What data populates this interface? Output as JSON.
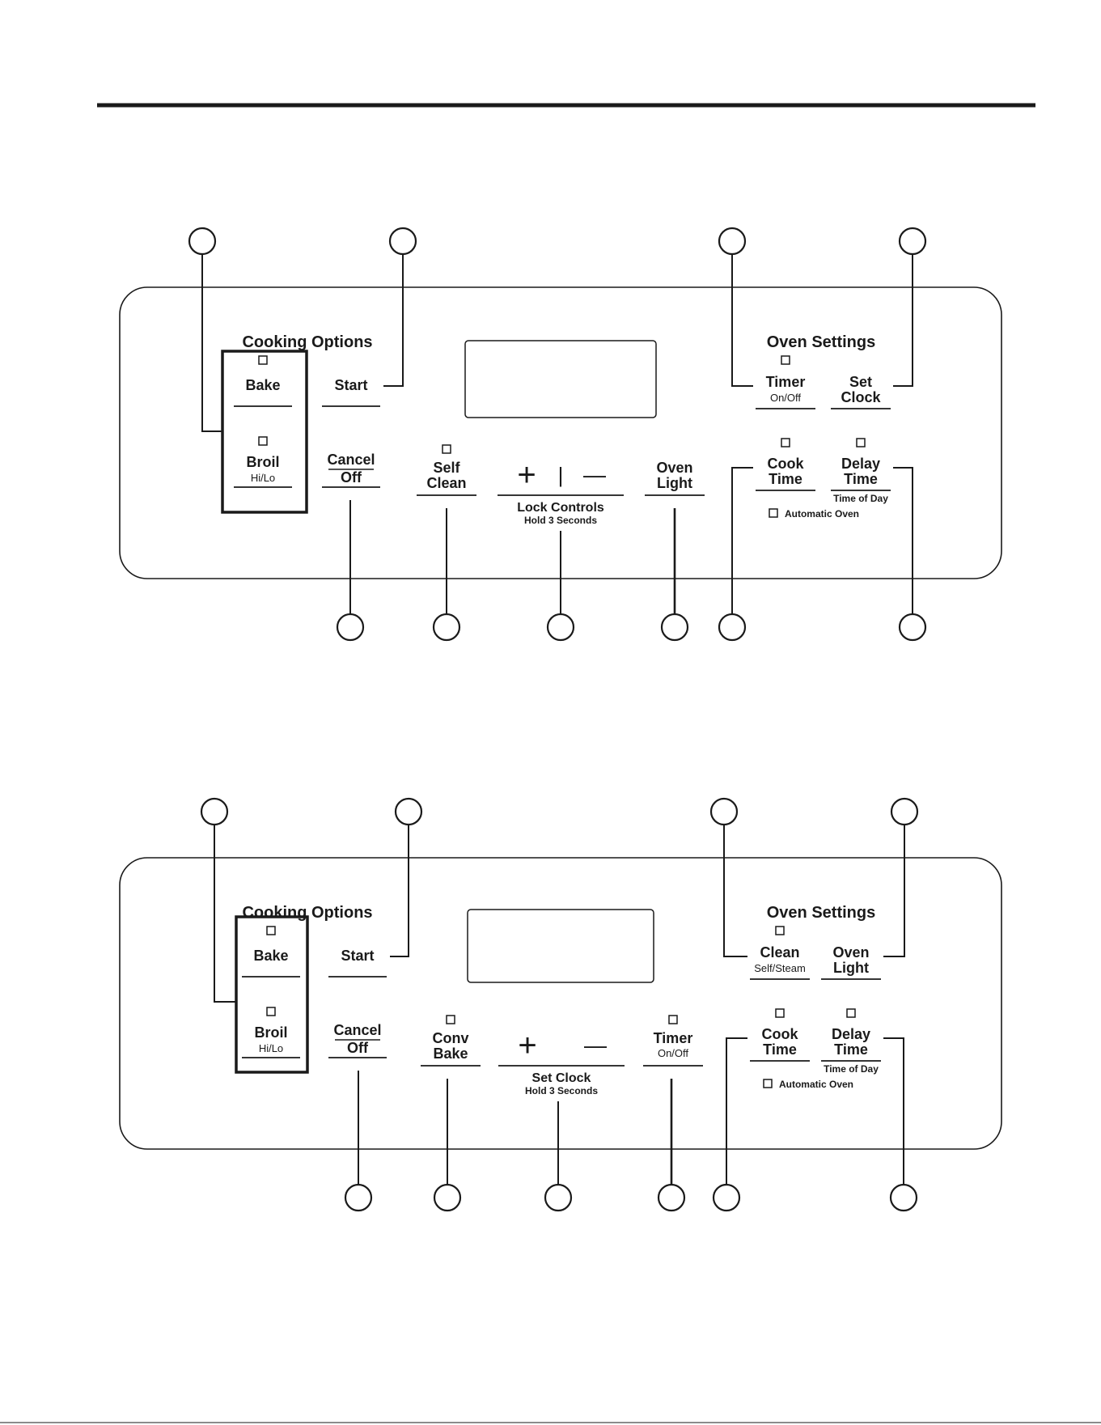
{
  "colors": {
    "ink": "#1a1a1a",
    "background": "#ffffff"
  },
  "panels": [
    {
      "cooking_options_title": "Cooking Options",
      "oven_settings_title": "Oven Settings",
      "buttons": {
        "bake": {
          "label": "Bake",
          "has_indicator": true
        },
        "broil": {
          "label": "Broil",
          "sub": "Hi/Lo",
          "has_indicator": true
        },
        "start": {
          "label": "Start"
        },
        "cancel": {
          "line1": "Cancel",
          "line2": "Off"
        },
        "middle": {
          "line1": "Self",
          "line2": "Clean",
          "has_indicator": true
        },
        "plus_minus": {
          "plus": "+",
          "minus": "—",
          "separator": "|",
          "label": "Lock Controls",
          "sub": "Hold 3 Seconds"
        },
        "right_lower": {
          "line1": "Oven",
          "line2": "Light",
          "has_indicator": false
        },
        "top_settings_1": {
          "line1": "Timer",
          "sub": "On/Off",
          "has_indicator": true
        },
        "top_settings_2": {
          "line1": "Set",
          "line2": "Clock"
        },
        "cook_time": {
          "line1": "Cook",
          "line2": "Time",
          "has_indicator": true
        },
        "delay_time": {
          "line1": "Delay",
          "line2": "Time",
          "sub": "Time of Day",
          "has_indicator": true
        },
        "automatic_oven": {
          "label": "Automatic Oven"
        }
      }
    },
    {
      "cooking_options_title": "Cooking Options",
      "oven_settings_title": "Oven Settings",
      "buttons": {
        "bake": {
          "label": "Bake",
          "has_indicator": true
        },
        "broil": {
          "label": "Broil",
          "sub": "Hi/Lo",
          "has_indicator": true
        },
        "start": {
          "label": "Start"
        },
        "cancel": {
          "line1": "Cancel",
          "line2": "Off"
        },
        "middle": {
          "line1": "Conv",
          "line2": "Bake",
          "has_indicator": true
        },
        "plus_minus": {
          "plus": "+",
          "minus": "—",
          "separator": "",
          "label": "Set Clock",
          "sub": "Hold 3 Seconds"
        },
        "right_lower": {
          "line1": "Timer",
          "sub": "On/Off",
          "has_indicator": true
        },
        "top_settings_1": {
          "line1": "Clean",
          "sub": "Self/Steam",
          "has_indicator": true
        },
        "top_settings_2": {
          "line1": "Oven",
          "line2": "Light"
        },
        "cook_time": {
          "line1": "Cook",
          "line2": "Time",
          "has_indicator": true
        },
        "delay_time": {
          "line1": "Delay",
          "line2": "Time",
          "sub": "Time of Day",
          "has_indicator": true
        },
        "automatic_oven": {
          "label": "Automatic Oven"
        }
      }
    }
  ]
}
